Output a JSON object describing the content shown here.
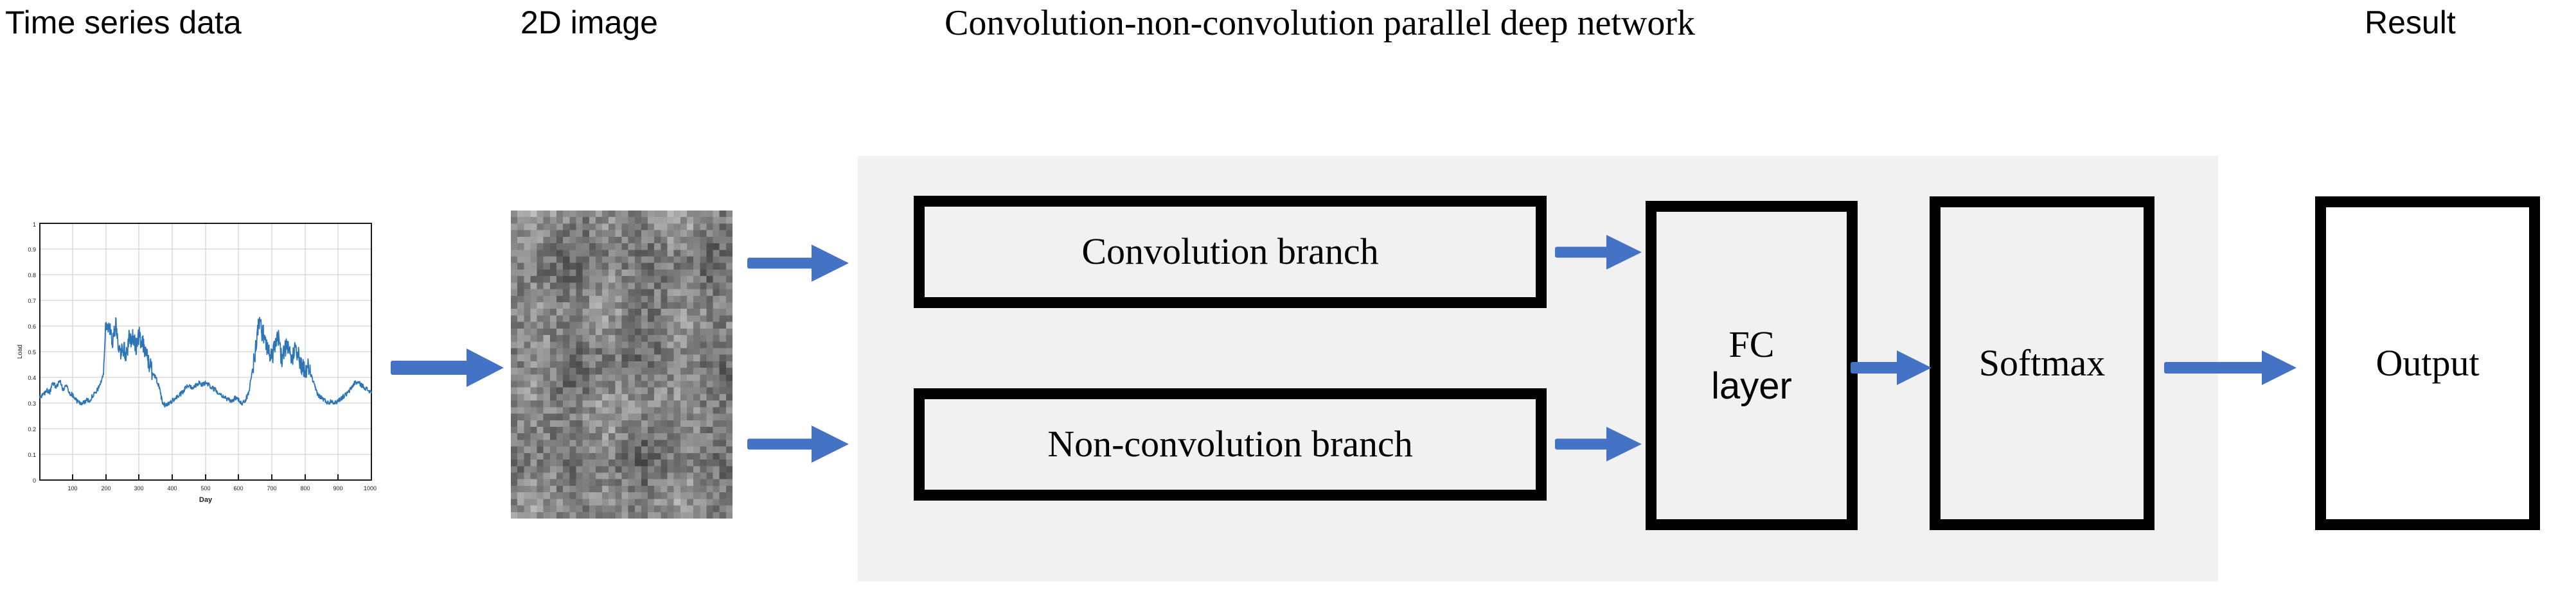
{
  "headers": {
    "time_series": "Time series data",
    "two_d_image": "2D image",
    "network": "Convolution-non-convolution parallel deep network",
    "result": "Result"
  },
  "blocks": {
    "conv_branch": "Convolution branch",
    "nonconv_branch": "Non-convolution branch",
    "fc_layer_line1": "FC",
    "fc_layer_line2": "layer",
    "softmax": "Softmax",
    "output": "Output"
  },
  "colors": {
    "arrow": "#4472c4",
    "panel_bg": "#f1f1f1",
    "box_border": "#000000",
    "box_bg": "#f1f1f1",
    "output_bg": "#ffffff",
    "series_line": "#2e75b6",
    "grid": "#c8c8c8",
    "axis": "#000000"
  },
  "chart_data": {
    "type": "line",
    "title": "",
    "xlabel": "Day",
    "ylabel": "Load",
    "xlim": [
      0,
      1000
    ],
    "ylim": [
      0,
      1
    ],
    "grid": true,
    "legend": "none",
    "xticks": [
      0,
      100,
      200,
      300,
      400,
      500,
      600,
      700,
      800,
      900,
      1000
    ],
    "xticklabels": [
      "0",
      "100",
      "200",
      "300",
      "400",
      "500",
      "600",
      "700",
      "800",
      "900",
      "1000"
    ],
    "yticks": [
      0,
      0.1,
      0.2,
      0.3,
      0.4,
      0.5,
      0.6,
      0.7,
      0.8,
      0.9,
      1
    ],
    "yticklabels": [
      "0",
      "0.1",
      "0.2",
      "0.3",
      "0.4",
      "0.5",
      "0.6",
      "0.7",
      "0.8",
      "0.9",
      "1"
    ],
    "series": [
      {
        "name": "Load",
        "x": [
          0,
          10,
          20,
          30,
          40,
          50,
          60,
          70,
          80,
          90,
          100,
          110,
          120,
          130,
          140,
          150,
          160,
          170,
          180,
          190,
          200,
          210,
          220,
          230,
          240,
          250,
          260,
          270,
          280,
          290,
          300,
          310,
          320,
          330,
          340,
          350,
          360,
          370,
          380,
          390,
          400,
          410,
          420,
          430,
          440,
          450,
          460,
          470,
          480,
          490,
          500,
          510,
          520,
          530,
          540,
          550,
          560,
          570,
          580,
          590,
          600,
          610,
          620,
          630,
          640,
          650,
          660,
          670,
          680,
          690,
          700,
          710,
          720,
          730,
          740,
          750,
          760,
          770,
          780,
          790,
          800,
          810,
          820,
          830,
          840,
          850,
          860,
          870,
          880,
          890,
          900,
          910,
          920,
          930,
          940,
          950,
          960,
          970,
          980,
          990,
          1000
        ],
        "values": [
          0.32,
          0.33,
          0.35,
          0.34,
          0.38,
          0.36,
          0.39,
          0.35,
          0.37,
          0.34,
          0.33,
          0.31,
          0.3,
          0.3,
          0.31,
          0.31,
          0.33,
          0.34,
          0.37,
          0.4,
          0.62,
          0.58,
          0.55,
          0.6,
          0.5,
          0.52,
          0.48,
          0.56,
          0.55,
          0.52,
          0.56,
          0.54,
          0.5,
          0.45,
          0.42,
          0.4,
          0.36,
          0.3,
          0.29,
          0.3,
          0.31,
          0.32,
          0.33,
          0.34,
          0.36,
          0.37,
          0.36,
          0.37,
          0.38,
          0.37,
          0.38,
          0.37,
          0.36,
          0.35,
          0.34,
          0.33,
          0.32,
          0.31,
          0.31,
          0.32,
          0.31,
          0.3,
          0.31,
          0.34,
          0.42,
          0.5,
          0.62,
          0.58,
          0.55,
          0.5,
          0.48,
          0.52,
          0.56,
          0.46,
          0.52,
          0.5,
          0.46,
          0.54,
          0.48,
          0.44,
          0.42,
          0.44,
          0.4,
          0.36,
          0.33,
          0.32,
          0.31,
          0.3,
          0.31,
          0.3,
          0.31,
          0.32,
          0.33,
          0.34,
          0.36,
          0.38,
          0.38,
          0.37,
          0.36,
          0.35,
          0.34
        ]
      }
    ]
  }
}
